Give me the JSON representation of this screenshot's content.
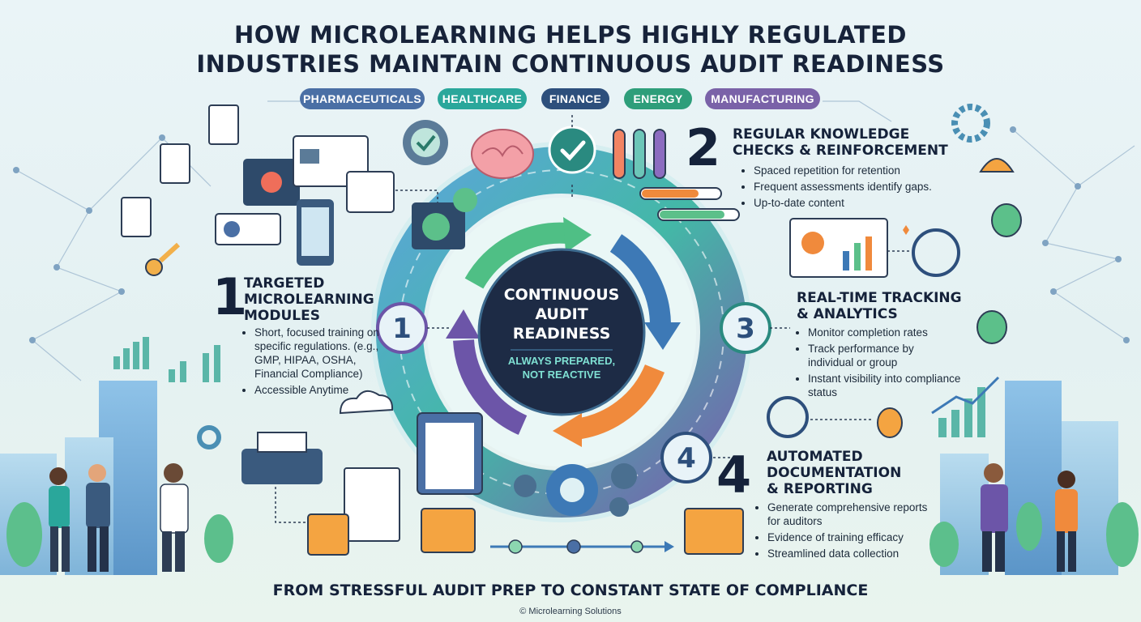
{
  "title": {
    "line1": "HOW MICROLEARNING HELPS HIGHLY REGULATED",
    "line2": "INDUSTRIES MAINTAIN CONTINUOUS AUDIT READINESS"
  },
  "industries": [
    {
      "label": "PHARMACEUTICALS",
      "color": "#4a6fa5"
    },
    {
      "label": "HEALTHCARE",
      "color": "#2aa79b"
    },
    {
      "label": "FINANCE",
      "color": "#2d4f7c"
    },
    {
      "label": "ENERGY",
      "color": "#2e9e7a"
    },
    {
      "label": "MANUFACTURING",
      "color": "#7a62a8"
    }
  ],
  "center": {
    "title": [
      "CONTINUOUS",
      "AUDIT",
      "READINESS"
    ],
    "subtitle": [
      "ALWAYS PREPARED,",
      "NOT REACTIVE"
    ]
  },
  "steps": [
    {
      "number": "1",
      "title": [
        "TARGETED",
        "MICROLEARNING",
        "MODULES"
      ],
      "bullets": [
        "Short, focused training on specific regulations. (e.g., GMP, HIPAA, OSHA, Financial Compliance)",
        "Accessible Anytime"
      ]
    },
    {
      "number": "2",
      "title": [
        "REGULAR KNOWLEDGE",
        "CHECKS & REINFORCEMENT"
      ],
      "bullets": [
        "Spaced repetition for retention",
        "Frequent assessments identify gaps.",
        "Up-to-date content"
      ]
    },
    {
      "number": "3",
      "title": [
        "REAL-TIME TRACKING",
        "& ANALYTICS"
      ],
      "bullets": [
        "Monitor completion rates",
        "Track performance by individual or group",
        "Instant visibility into compliance status"
      ]
    },
    {
      "number": "4",
      "title": [
        "AUTOMATED",
        "DOCUMENTATION",
        "& REPORTING"
      ],
      "bullets": [
        "Generate comprehensive reports for auditors",
        "Evidence of training efficacy",
        "Streamlined data collection"
      ]
    }
  ],
  "footer": "FROM STRESSFUL AUDIT PREP TO CONSTANT STATE OF COMPLIANCE",
  "copyright": "© Microlearning Solutions",
  "colors": {
    "navy": "#1d2b45",
    "teal": "#2aa79b",
    "purple": "#7a62a8",
    "orange": "#f08a3c",
    "blue": "#3d79b6",
    "green": "#5cc08a"
  }
}
